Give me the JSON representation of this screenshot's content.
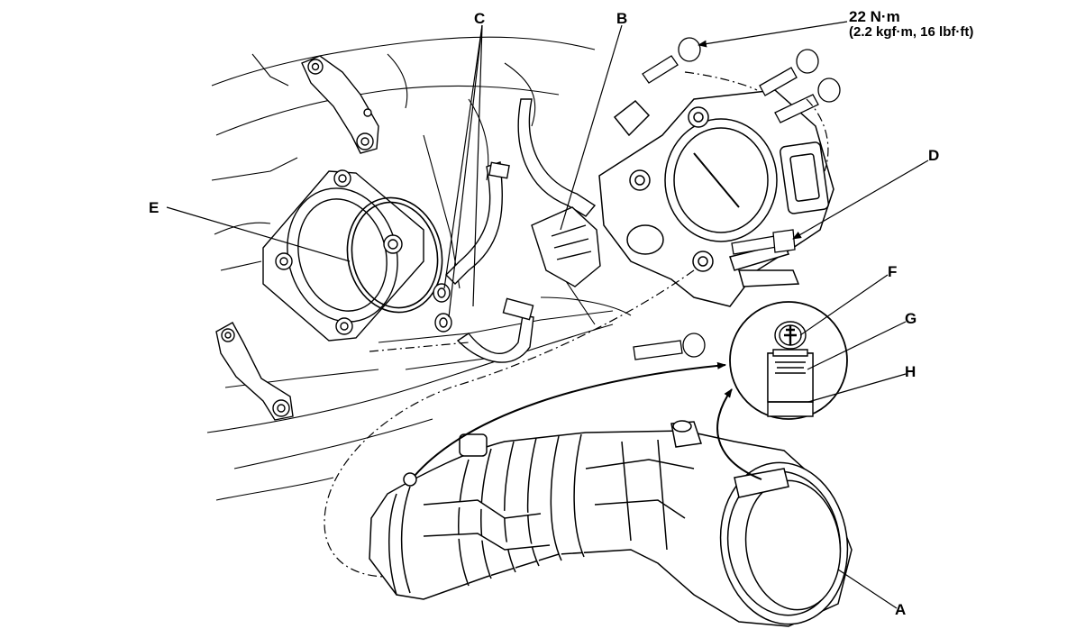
{
  "labels": {
    "A": "A",
    "B": "B",
    "C": "C",
    "D": "D",
    "E": "E",
    "F": "F",
    "G": "G",
    "H": "H"
  },
  "torque": {
    "line1": "22 N·m",
    "line2": "(2.2 kgf·m, 16 lbf·ft)"
  }
}
